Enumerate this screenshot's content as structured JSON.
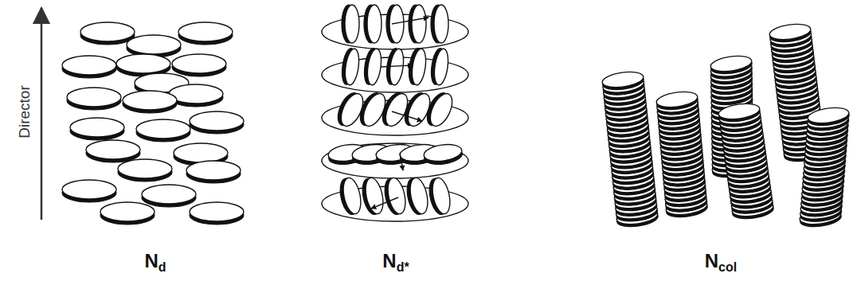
{
  "diagram": {
    "labels": [
      "Director",
      "Nd",
      "Nd*",
      "Ncol"
    ]
  }
}
